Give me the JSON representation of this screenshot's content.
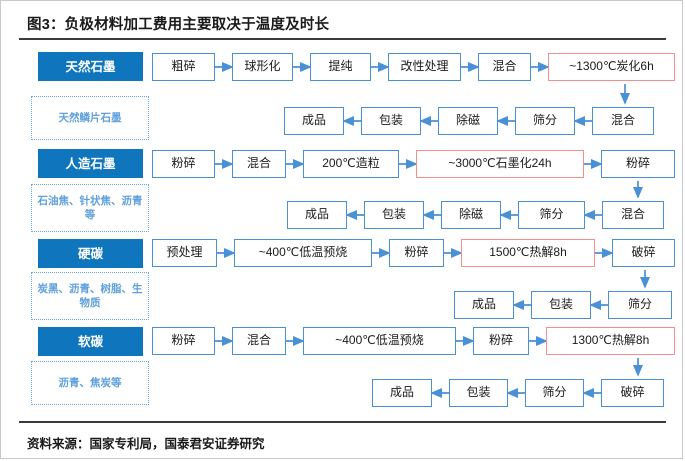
{
  "header": {
    "title": "图3：负极材料加工费用主要取决于温度及时长"
  },
  "footer": {
    "source": "资料来源：国家专利局，国泰君安证券研究"
  },
  "colors": {
    "category_fill": "#0f75bc",
    "node_border": "#4a90d6",
    "hot_border": "#f2908f",
    "sub_border": "#6aa9e0",
    "sub_text": "#5fa0dc",
    "rule": "#3a3a3a",
    "text": "#1a1a1a"
  },
  "flow": {
    "rows": [
      {
        "category": "天然石墨",
        "feedstock": "天然鳞片石墨",
        "top_steps": [
          {
            "label": "粗碎",
            "highlight": false
          },
          {
            "label": "球形化",
            "highlight": false
          },
          {
            "label": "提纯",
            "highlight": false
          },
          {
            "label": "改性处理",
            "highlight": false
          },
          {
            "label": "混合",
            "highlight": false
          },
          {
            "label": "~1300℃炭化6h",
            "highlight": true
          }
        ],
        "bottom_steps": [
          {
            "label": "混合",
            "highlight": false
          },
          {
            "label": "筛分",
            "highlight": false
          },
          {
            "label": "除磁",
            "highlight": false
          },
          {
            "label": "包装",
            "highlight": false
          },
          {
            "label": "成品",
            "highlight": false
          }
        ]
      },
      {
        "category": "人造石墨",
        "feedstock": "石油焦、针状焦、沥青等",
        "top_steps": [
          {
            "label": "粉碎",
            "highlight": false
          },
          {
            "label": "混合",
            "highlight": false
          },
          {
            "label": "200℃造粒",
            "highlight": false
          },
          {
            "label": "~3000℃石墨化24h",
            "highlight": true
          },
          {
            "label": "粉碎",
            "highlight": false
          }
        ],
        "bottom_steps": [
          {
            "label": "混合",
            "highlight": false
          },
          {
            "label": "筛分",
            "highlight": false
          },
          {
            "label": "除磁",
            "highlight": false
          },
          {
            "label": "包装",
            "highlight": false
          },
          {
            "label": "成品",
            "highlight": false
          }
        ]
      },
      {
        "category": "硬碳",
        "feedstock": "炭黑、沥青、树脂、生物质",
        "top_steps": [
          {
            "label": "预处理",
            "highlight": false
          },
          {
            "label": "~400℃低温预烧",
            "highlight": false
          },
          {
            "label": "粉碎",
            "highlight": false
          },
          {
            "label": "1500℃热解8h",
            "highlight": true
          },
          {
            "label": "破碎",
            "highlight": false
          }
        ],
        "bottom_steps": [
          {
            "label": "筛分",
            "highlight": false
          },
          {
            "label": "包装",
            "highlight": false
          },
          {
            "label": "成品",
            "highlight": false
          }
        ]
      },
      {
        "category": "软碳",
        "feedstock": "沥青、焦炭等",
        "top_steps": [
          {
            "label": "粉碎",
            "highlight": false
          },
          {
            "label": "混合",
            "highlight": false
          },
          {
            "label": "~400℃低温预烧",
            "highlight": false
          },
          {
            "label": "粉碎",
            "highlight": false
          },
          {
            "label": "1300℃热解8h",
            "highlight": true
          }
        ],
        "bottom_steps": [
          {
            "label": "破碎",
            "highlight": false
          },
          {
            "label": "筛分",
            "highlight": false
          },
          {
            "label": "包装",
            "highlight": false
          },
          {
            "label": "成品",
            "highlight": false
          }
        ]
      }
    ]
  }
}
